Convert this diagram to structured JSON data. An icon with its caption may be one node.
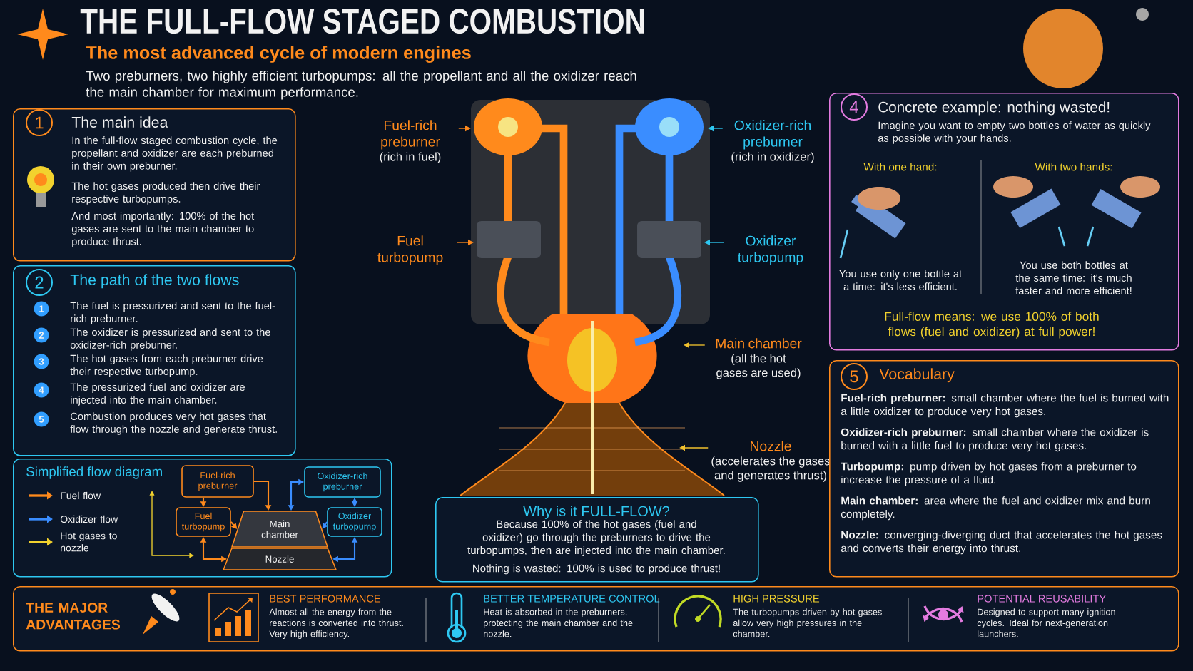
{
  "diagram": {
    "title": "THE FULL-FLOW STAGED COMBUSTION",
    "nodes": [
      {
        "text": [
          "The main idea",
          "In the full-flow staged combustion cycle, the propellant and oxidizer are each preburned in their own preburner.",
          "The hot gases produced then drive their respective turbopumps.",
          "And most importantly: 100% of the hot gases are sent to the main chamber to produce thrust."
        ]
      },
      {
        "text": [
          "1"
        ],
        "in": 0
      },
      {
        "text": [
          "The path of the two flows"
        ]
      },
      {
        "text": [
          "2"
        ],
        "in": 2
      },
      {
        "text": [
          "1"
        ],
        "in": 2,
        "beside": [
          "The fuel is pressurized and sent to the fuel-rich preburner."
        ]
      },
      {
        "text": [
          "2"
        ],
        "in": 2,
        "beside": [
          "The oxidizer is pressurized and sent to the oxidizer-rich preburner."
        ]
      },
      {
        "text": [
          "3"
        ],
        "in": 2,
        "beside": [
          "The hot gases from each preburner drive their respective turbopump."
        ]
      },
      {
        "text": [
          "4"
        ],
        "in": 2,
        "beside": [
          "The pressurized fuel and oxidizer are injected into the main chamber."
        ]
      },
      {
        "text": [
          "5"
        ],
        "in": 2,
        "beside": [
          "Combustion produces very hot gases that flow through the nozzle and generate thrust."
        ]
      },
      {
        "text": [
          "Simplified flow diagram"
        ]
      },
      {
        "text": [
          "Fuel-rich preburner"
        ],
        "in": 9
      },
      {
        "text": [
          "Fuel turbopump"
        ],
        "in": 9
      },
      {
        "text": [
          "Main chamber"
        ],
        "in": 9
      },
      {
        "text": [
          "Nozzle"
        ],
        "in": 9
      },
      {
        "text": [
          "Oxidizer-rich preburner"
        ],
        "in": 9
      },
      {
        "text": [
          "Oxidizer turbopump"
        ],
        "in": 9
      },
      {
        "text": [
          "Fuel-rich preburner",
          "(rich in fuel)"
        ]
      },
      {
        "text": [
          "Fuel turbopump"
        ]
      },
      {
        "text": [
          "Oxidizer-rich preburner",
          "(rich in oxidizer)"
        ]
      },
      {
        "text": [
          "Oxidizer turbopump"
        ]
      },
      {
        "text": [
          "Main chamber",
          "(all the hot gases are used)"
        ]
      },
      {
        "text": [
          "Nozzle",
          "(accelerates the gases and generates thrust)"
        ]
      },
      {
        "text": [
          "Why is it FULL-FLOW?",
          "Because 100% of the hot gases (fuel and oxidizer) go through the preburners to drive the turbopumps, then are injected into the main chamber.",
          "Nothing is wasted: 100% is used to produce thrust!"
        ]
      },
      {
        "text": [
          "Concrete example: nothing wasted!",
          "Imagine you want to empty two bottles of water as quickly as possible with your hands.",
          "With one hand:",
          "You use only one bottle at a time: it's less efficient.",
          "With two hands:",
          "You use both bottles at the same time: it's much faster and more efficient!",
          "Full-flow means: we use 100% of both flows (fuel and oxidizer) at full power!"
        ]
      },
      {
        "text": [
          "4"
        ],
        "in": 23
      },
      {
        "text": [
          "Vocabulary",
          "**Fuel-rich preburner:** small chamber where the fuel is burned with a little oxidizer to produce very hot gases.",
          "**Oxidizer-rich preburner:** small chamber where the oxidizer is burned with a little fuel to produce very hot gases.",
          "**Turbopump:** pump driven by hot gases from a preburner to increase the pressure of a fluid.",
          "**Main chamber:** area where the fuel and oxidizer mix and burn completely.",
          "**Nozzle:** converging-diverging duct that accelerates the hot gases and converts their energy into thrust."
        ]
      },
      {
        "text": [
          "5"
        ],
        "in": 25
      },
      {
        "text": [
          "THE MAJOR ADVANTAGES"
        ]
      },
      {
        "text": [
          "BEST PERFORMANCE",
          "Almost all the energy from the reactions is converted into thrust. Very high efficiency."
        ],
        "in": 27
      },
      {
        "text": [
          "BETTER TEMPERATURE CONTROL",
          "Heat is absorbed in the preburners, protecting the main chamber and the nozzle."
        ],
        "in": 27
      },
      {
        "text": [
          "HIGH PRESSURE",
          "The turbopumps driven by hot gases allow very high pressures in the chamber."
        ],
        "in": 27
      },
      {
        "text": [
          "POTENTIAL REUSABILITY",
          "Designed to support many ignition cycles. Ideal for next-generation launchers."
        ],
        "in": 27
      }
    ],
    "edges": [
      {
        "from": 10,
        "to": 11,
        "arrow": "to",
        "color": "#ff8a1c"
      },
      {
        "from": 10,
        "to": 12,
        "arrow": "to",
        "color": "#ff8a1c"
      },
      {
        "from": 11,
        "to": 12,
        "arrow": "to",
        "color": "#ff8a1c"
      },
      {
        "from": 11,
        "to": 13,
        "arrow": "both",
        "color": "#ff8a1c"
      },
      {
        "from": 14,
        "to": 12,
        "arrow": "both",
        "color": "#3a8dff"
      },
      {
        "from": 14,
        "to": 15,
        "arrow": "both",
        "color": "#3a8dff"
      },
      {
        "from": 15,
        "to": 12,
        "arrow": "to",
        "color": "#3a8dff"
      },
      {
        "from": 15,
        "to": 13,
        "arrow": "both",
        "color": "#3a8dff"
      },
      {
        "from": 16,
        "to": null,
        "arrow": "to",
        "color": "#ff8a1c"
      },
      {
        "from": 17,
        "to": null,
        "arrow": "to",
        "color": "#ff8a1c"
      },
      {
        "from": 18,
        "to": null,
        "arrow": "to",
        "color": "#2ec8f2"
      },
      {
        "from": 19,
        "to": null,
        "arrow": "to",
        "color": "#2ec8f2"
      },
      {
        "from": 20,
        "to": null,
        "arrow": "to",
        "color": "#f2c22e"
      },
      {
        "from": 21,
        "to": null,
        "arrow": "to",
        "color": "#f2c22e"
      }
    ],
    "labels": [
      "The most advanced cycle of modern engines",
      "Two preburners, two highly efficient turbopumps: all the propellant and all the oxidizer reach the main chamber for maximum performance."
    ],
    "legend": [
      {
        "text": "Fuel flow"
      },
      {
        "text": "Oxidizer flow"
      },
      {
        "text": "Hot gases to nozzle"
      }
    ]
  }
}
